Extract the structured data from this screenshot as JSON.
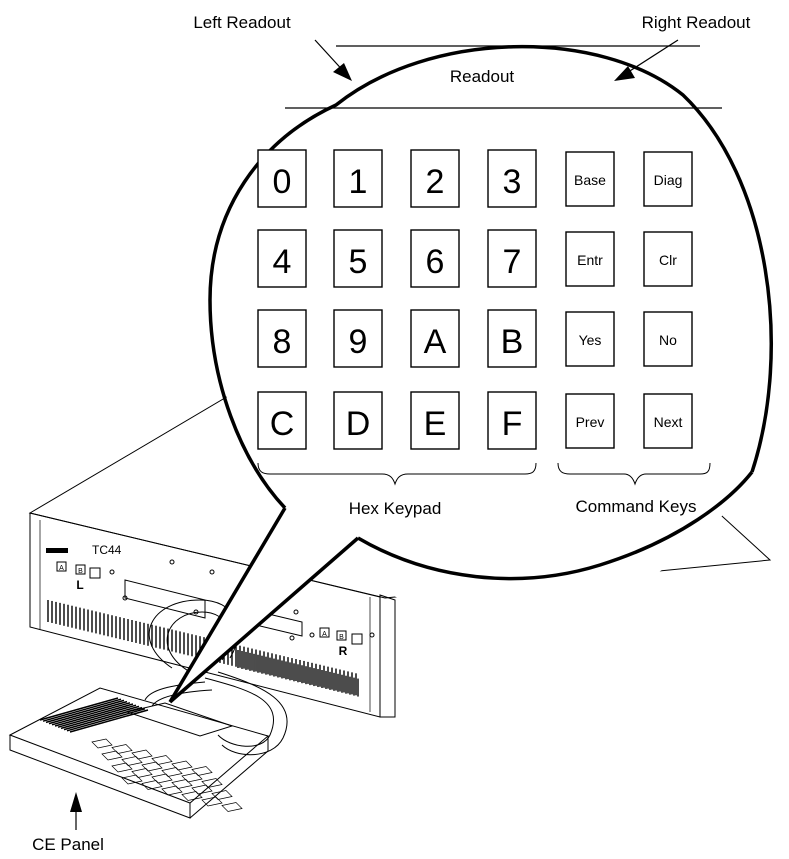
{
  "labels": {
    "left_readout": "Left Readout",
    "right_readout": "Right Readout",
    "readout": "Readout",
    "hex_keypad": "Hex Keypad",
    "command_keys": "Command Keys",
    "ce_panel": "CE Panel"
  },
  "hex_keys": [
    "0",
    "1",
    "2",
    "3",
    "4",
    "5",
    "6",
    "7",
    "8",
    "9",
    "A",
    "B",
    "C",
    "D",
    "E",
    "F"
  ],
  "command_keys": [
    "Base",
    "Diag",
    "Entr",
    "Clr",
    "Yes",
    "No",
    "Prev",
    "Next"
  ],
  "unit": {
    "model": "TC44",
    "left_side": "L",
    "right_side": "R",
    "button_a": "A",
    "button_b": "B"
  }
}
